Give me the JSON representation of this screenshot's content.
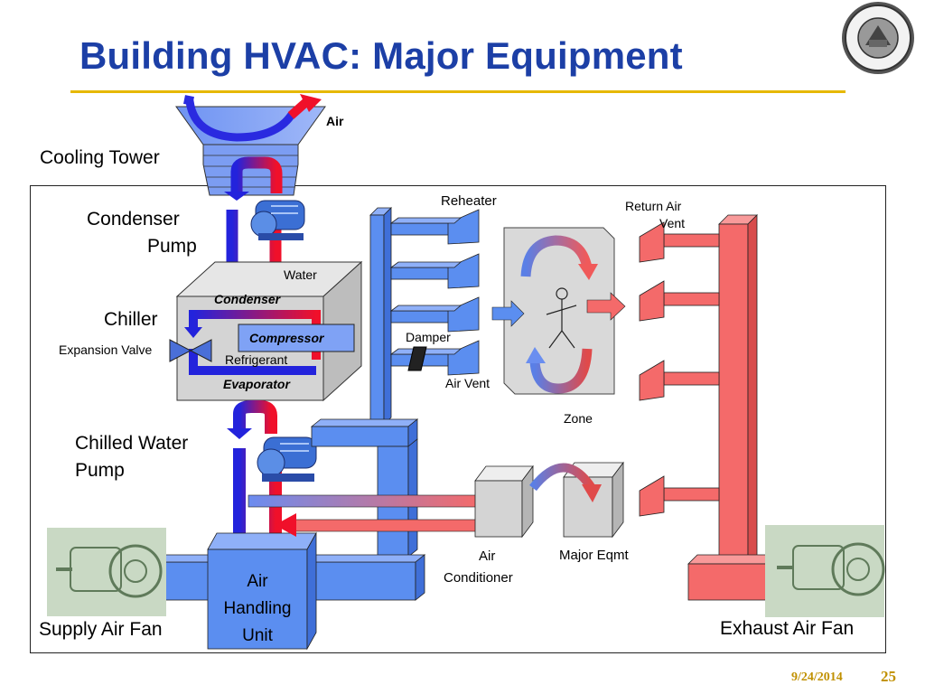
{
  "slide": {
    "title": "Building HVAC: Major Equipment",
    "date": "9/24/2014",
    "page": "25"
  },
  "labels": {
    "air": "Air",
    "cooling_tower": "Cooling Tower",
    "condenser_pump_1": "Condenser",
    "condenser_pump_2": "Pump",
    "water": "Water",
    "condenser": "Condenser",
    "chiller": "Chiller",
    "compressor": "Compressor",
    "expansion_valve": "Expansion Valve",
    "refrigerant": "Refrigerant",
    "evaporator": "Evaporator",
    "chilled_water_pump_1": "Chilled Water",
    "chilled_water_pump_2": "Pump",
    "reheater": "Reheater",
    "damper": "Damper",
    "air_vent": "Air Vent",
    "return_air_vent_1": "Return Air",
    "return_air_vent_2": "Vent",
    "zone": "Zone",
    "air_conditioner_1": "Air",
    "air_conditioner_2": "Conditioner",
    "major_eqmt": "Major Eqmt",
    "ahu_1": "Air",
    "ahu_2": "Handling",
    "ahu_3": "Unit",
    "supply_air_fan": "Supply Air Fan",
    "exhaust_air_fan": "Exhaust Air Fan"
  },
  "colors": {
    "title": "#1c3fa6",
    "rule": "#e6b800",
    "supply_duct": "#5b8ef0",
    "return_duct": "#f46a6a",
    "hot": "#e8102a",
    "cold": "#2a2ae0",
    "equipment_gray": "#d4d4d4",
    "compressor_box": "#7fa2f5"
  },
  "icons": {
    "university_seal": "university-seal-icon",
    "pump": "pump-icon",
    "fan": "fan-icon",
    "person": "person-icon",
    "damper": "damper-icon"
  }
}
